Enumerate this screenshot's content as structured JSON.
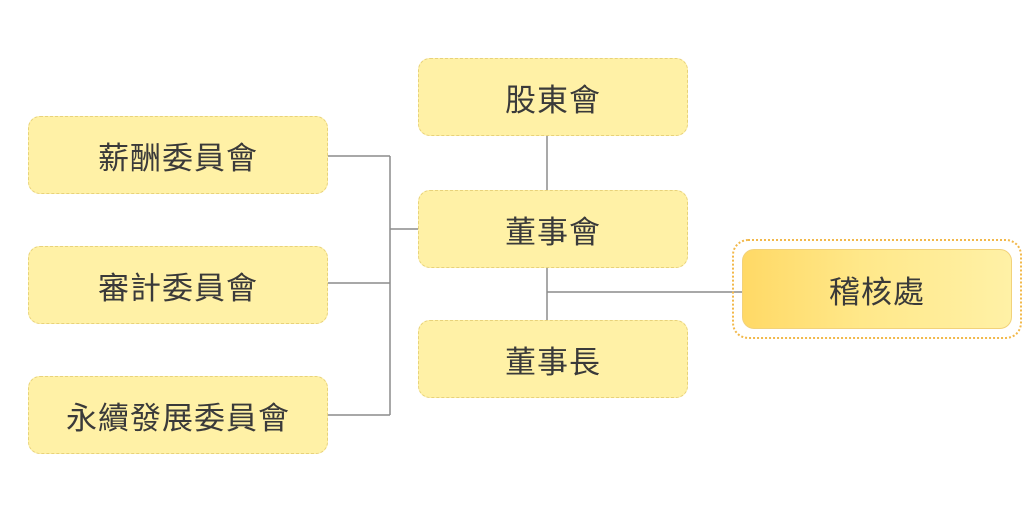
{
  "org_chart": {
    "shareholders_meeting": "股東會",
    "board_of_directors": "董事會",
    "chairman": "董事長",
    "internal_audit": "稽核處",
    "committees": [
      "薪酬委員會",
      "審計委員會",
      "永續發展委員會"
    ]
  },
  "colors": {
    "node_fill": "#fff1a6",
    "node_border": "#e8d27a",
    "highlight_fill": "#ffd966",
    "highlight_frame": "#f2b84a",
    "connector": "#8c8c8c",
    "text": "#3a3a3a"
  }
}
